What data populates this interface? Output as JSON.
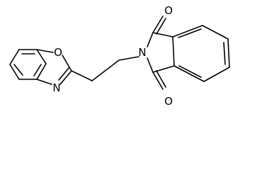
{
  "atoms": {
    "oxazole_o": "O",
    "oxazole_n": "N",
    "imide_n": "N",
    "carbonyl_top_o": "O",
    "carbonyl_bottom_o": "O"
  }
}
